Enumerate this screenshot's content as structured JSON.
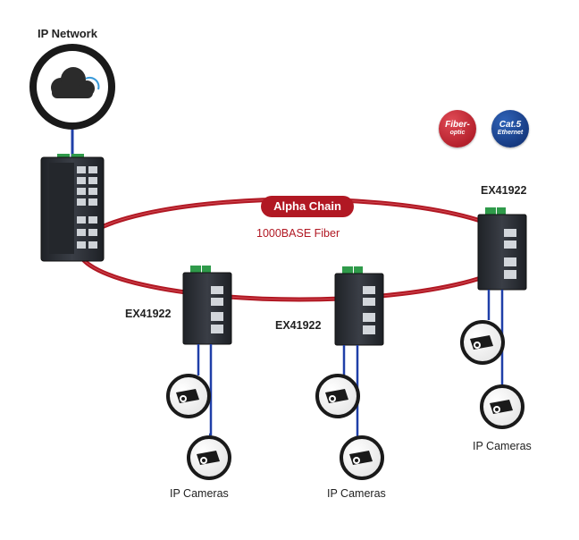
{
  "network": {
    "title": "IP Network",
    "icon": "cloud-icon"
  },
  "ring": {
    "name": "Alpha Chain",
    "media": "1000BASE Fiber",
    "color": "#b11823"
  },
  "legend": {
    "fiber": {
      "line1": "Fiber-",
      "line2": "optic",
      "color": "#b11823"
    },
    "cat5": {
      "line1": "Cat.5",
      "line2": "Ethernet",
      "color": "#12337a"
    }
  },
  "switches": [
    {
      "model": "EX41922"
    },
    {
      "model": "EX41922"
    },
    {
      "model": "EX41922"
    }
  ],
  "camera_groups": [
    {
      "label": "IP Cameras",
      "count": 2
    },
    {
      "label": "IP Cameras",
      "count": 2
    },
    {
      "label": "IP Cameras",
      "count": 2
    }
  ],
  "colors": {
    "ethernet_cable": "#1f3fa8",
    "switch_body": "#2e3138",
    "terminal_block": "#2f9a4a"
  }
}
